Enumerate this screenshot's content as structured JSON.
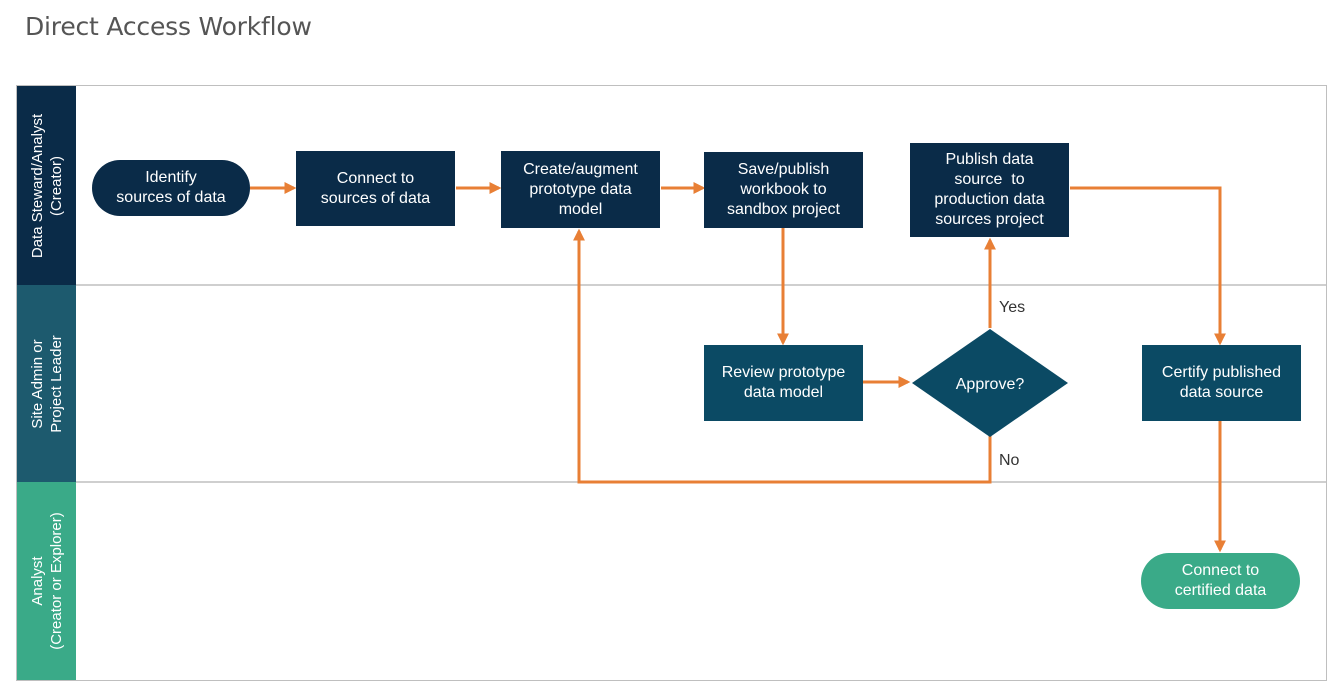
{
  "title": "Direct Access Workflow",
  "colors": {
    "lane1": "#0a2b48",
    "lane2": "#1d5a6e",
    "lane3": "#3aaa88",
    "arrow": "#e87f35",
    "box_dark": "#0a2b48",
    "box_teal": "#0b4a64",
    "box_green": "#3aaa88"
  },
  "lanes": [
    {
      "id": "creator",
      "label_lines": [
        "Data Steward/Analyst",
        "(Creator)"
      ]
    },
    {
      "id": "admin",
      "label_lines": [
        "Site Admin or",
        "Project Leader"
      ]
    },
    {
      "id": "analyst",
      "label_lines": [
        "Analyst",
        "(Creator or Explorer)"
      ]
    }
  ],
  "nodes": {
    "identify": [
      "Identify",
      "sources of data"
    ],
    "connect": [
      "Connect to",
      "sources of data"
    ],
    "create": [
      "Create/augment",
      "prototype data",
      "model"
    ],
    "save": [
      "Save/publish",
      "workbook to",
      "sandbox project"
    ],
    "publish": [
      "Publish data",
      "source  to",
      "production data",
      "sources project"
    ],
    "review": [
      "Review prototype",
      "data model"
    ],
    "approve": "Approve?",
    "certify": [
      "Certify published",
      "data source"
    ],
    "connect_certified": [
      "Connect to",
      "certified data"
    ]
  },
  "edge_labels": {
    "yes": "Yes",
    "no": "No"
  }
}
